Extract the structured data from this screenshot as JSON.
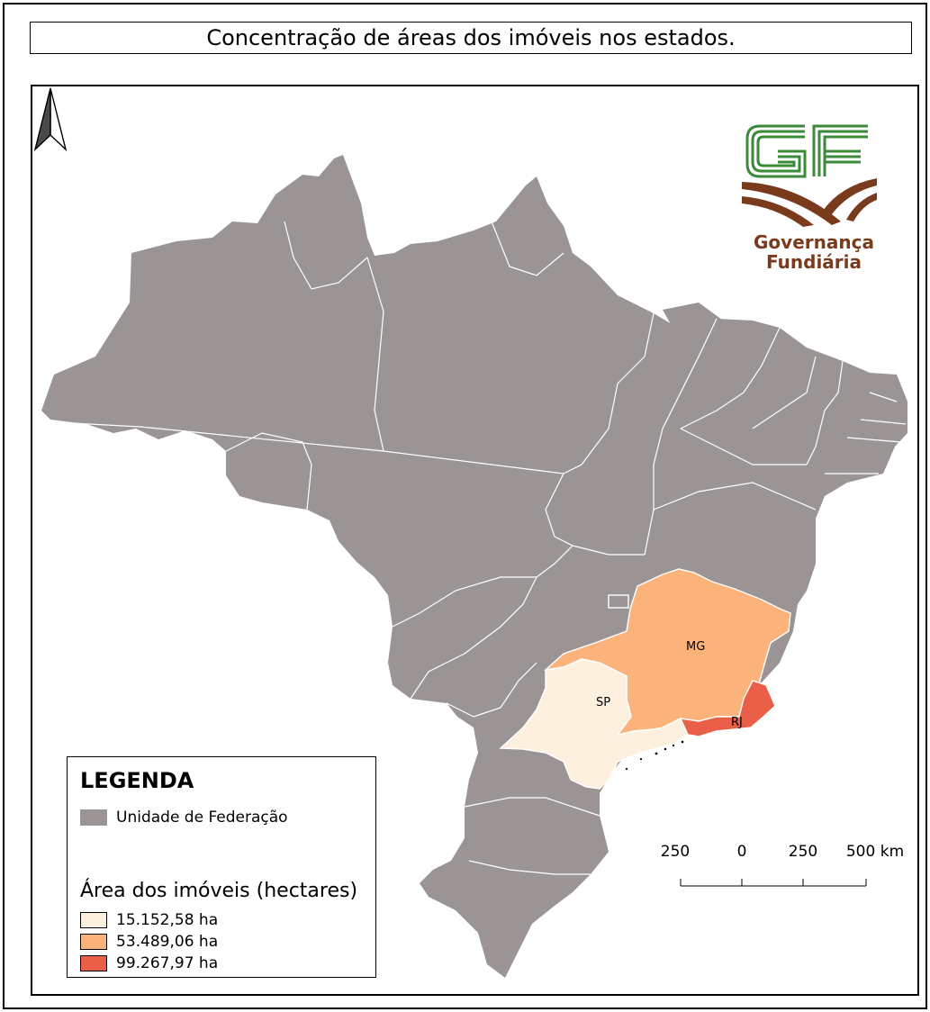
{
  "title": "Concentração de áreas dos imóveis nos estados.",
  "logo": {
    "line1": "Governança",
    "line2": "Fundiária"
  },
  "states": [
    {
      "label": "MG",
      "value_ha": 53489.06,
      "fill": "#fcb27b"
    },
    {
      "label": "SP",
      "value_ha": 15152.58,
      "fill": "#fdf0df"
    },
    {
      "label": "RJ",
      "value_ha": 99267.97,
      "fill": "#e95f47"
    }
  ],
  "legend": {
    "title": "LEGENDA",
    "unit_item": {
      "label": "Unidade de Federação",
      "color": "#9a9594"
    },
    "subtitle": "Área dos imóveis (hectares)",
    "classes": [
      {
        "label": "15.152,58 ha",
        "color": "#fdf0df"
      },
      {
        "label": "53.489,06 ha",
        "color": "#fcb27b"
      },
      {
        "label": "99.267,97 ha",
        "color": "#e95f47"
      }
    ]
  },
  "scale_bar": {
    "labels": [
      "250",
      "0",
      "250",
      "500 km"
    ]
  },
  "colors": {
    "state_default": "#9a9594",
    "state_border": "#ffffff",
    "logo_green": "#2e7d32",
    "logo_brown": "#7a3b1c"
  }
}
